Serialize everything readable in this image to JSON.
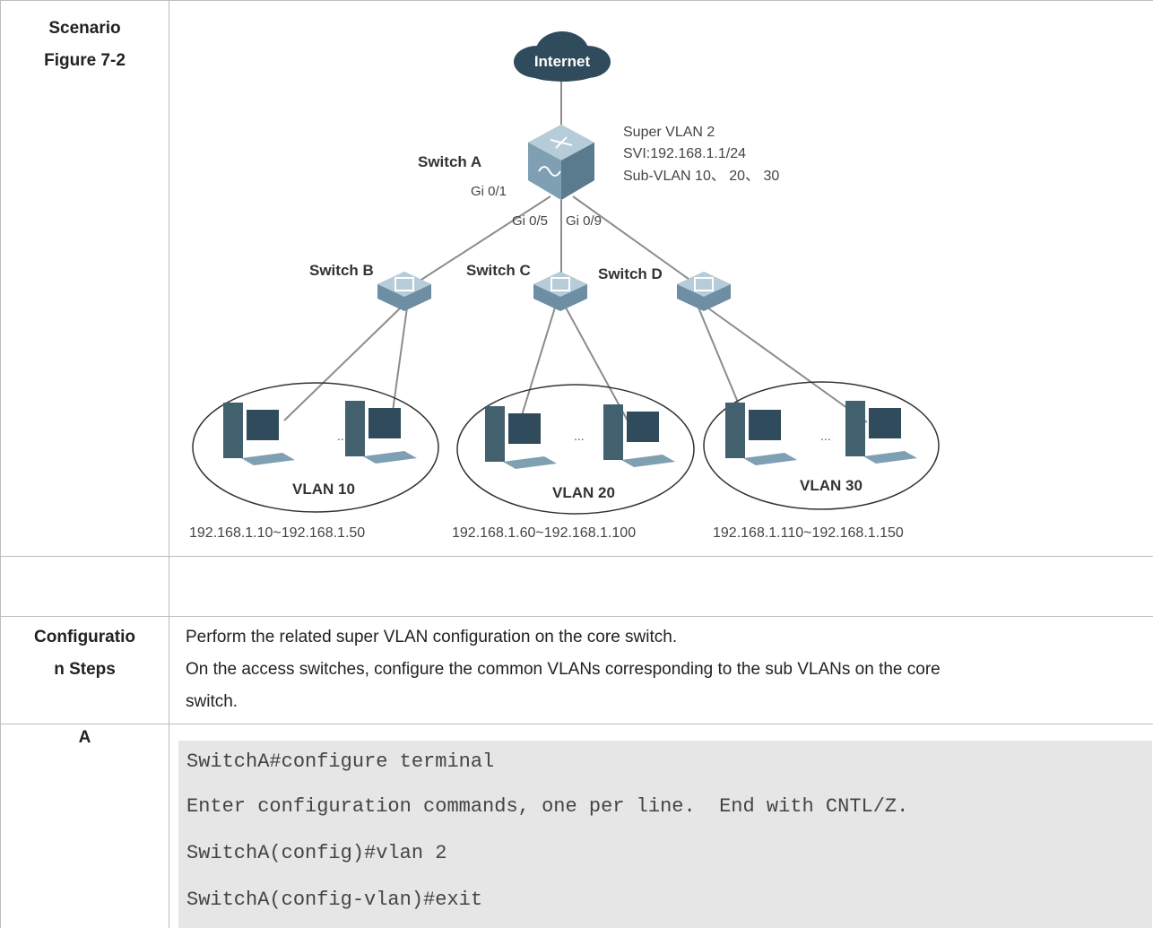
{
  "scenario": {
    "label_line1": "Scenario",
    "label_line2": "Figure 7-2"
  },
  "diagram": {
    "internet_label": "Internet",
    "switch_a_label": "Switch A",
    "switch_a_info": [
      "Super VLAN 2",
      "SVI:192.168.1.1/24",
      "Sub-VLAN 10、 20、 30"
    ],
    "ports": {
      "gi01": "Gi 0/1",
      "gi05": "Gi 0/5",
      "gi09": "Gi 0/9"
    },
    "switch_b_label": "Switch B",
    "switch_c_label": "Switch C",
    "switch_d_label": "Switch D",
    "ellipsis": "...",
    "vlans": [
      {
        "label": "VLAN 10",
        "range": "192.168.1.10~192.168.1.50"
      },
      {
        "label": "VLAN 20",
        "range": "192.168.1.60~192.168.1.100"
      },
      {
        "label": "VLAN 30",
        "range": "192.168.1.110~192.168.1.150"
      }
    ],
    "colors": {
      "cloud": "#2f4b5c",
      "switch": "#7f9fb3",
      "pc": "#43606f",
      "link": "#8c8c8c"
    }
  },
  "config_steps": {
    "label_line1": "Configuratio",
    "label_line2": "n Steps",
    "lines": [
      "Perform the related super VLAN configuration on the core switch.",
      "On the access switches, configure the common VLANs corresponding to the sub VLANs on the core",
      "switch."
    ]
  },
  "switch_a_section": {
    "label": "A",
    "code": [
      "SwitchA#configure terminal",
      "Enter configuration commands, one per line.  End with CNTL/Z.",
      "SwitchA(config)#vlan 2",
      "SwitchA(config-vlan)#exit"
    ]
  }
}
